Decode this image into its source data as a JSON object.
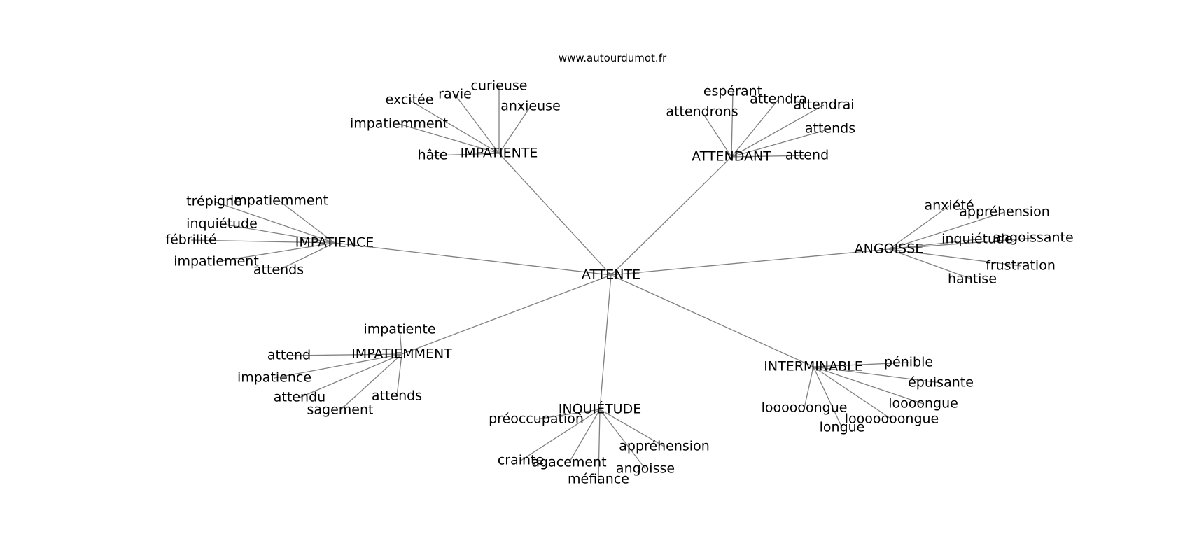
{
  "source_site": "www.autourdumot.fr",
  "root": "ATTENTE",
  "clusters": [
    {
      "key": "impatiente",
      "label": "IMPATIENTE",
      "words": [
        "hâte",
        "impatiemment",
        "excitée",
        "ravie",
        "curieuse",
        "anxieuse"
      ]
    },
    {
      "key": "attendant",
      "label": "ATTENDANT",
      "words": [
        "attendrons",
        "espérant",
        "attendra",
        "attendrai",
        "attends",
        "attend"
      ]
    },
    {
      "key": "impatience",
      "label": "IMPATIENCE",
      "words": [
        "trépigne",
        "impatiemment",
        "inquiétude",
        "fébrilité",
        "impatiement",
        "attends"
      ]
    },
    {
      "key": "angoisse",
      "label": "ANGOISSE",
      "words": [
        "anxiété",
        "appréhension",
        "inquiétude",
        "angoissante",
        "frustration",
        "hantise"
      ]
    },
    {
      "key": "impatiemment",
      "label": "IMPATIEMMENT",
      "words": [
        "impatiente",
        "attend",
        "impatience",
        "attendu",
        "sagement",
        "attends"
      ]
    },
    {
      "key": "inquietude",
      "label": "INQUIÉTUDE",
      "words": [
        "préoccupation",
        "crainte",
        "agacement",
        "méfiance",
        "angoisse",
        "appréhension"
      ]
    },
    {
      "key": "interminable",
      "label": "INTERMINABLE",
      "words": [
        "pénible",
        "épuisante",
        "loooongue",
        "looooooongue",
        "longue",
        "loooooongue"
      ]
    }
  ]
}
